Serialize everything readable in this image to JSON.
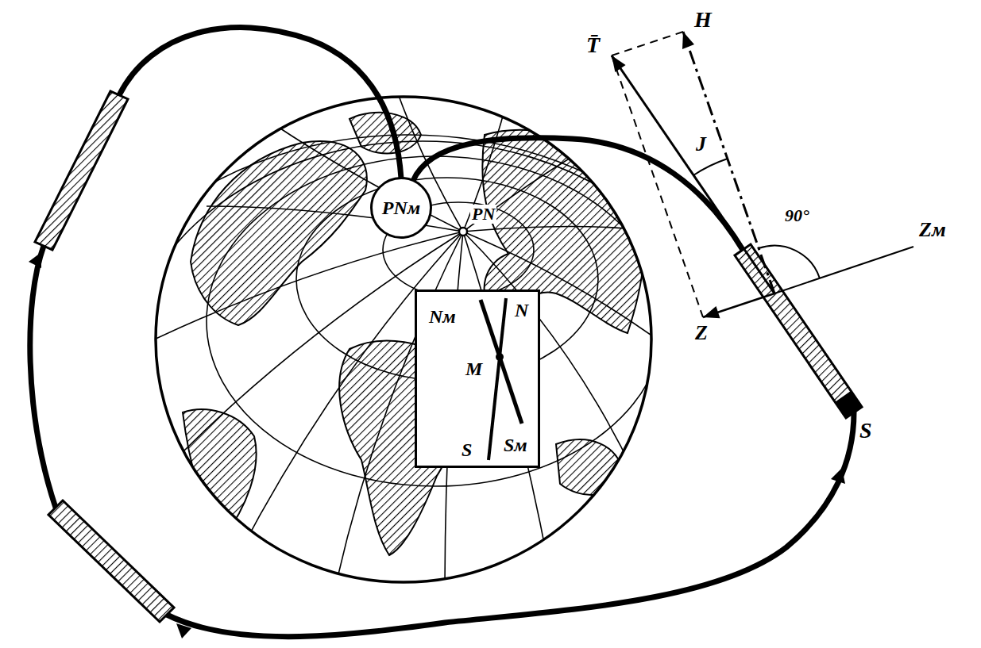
{
  "diagram": {
    "nodes": [
      {
        "text": [
          "PNм"
        ]
      },
      {
        "text": [
          "Nм",
          "N",
          "M",
          "S",
          "Sм"
        ]
      }
    ],
    "labels": [
      "T̄",
      "H",
      "J",
      "90°",
      "Zм",
      "Z",
      "S",
      "PN"
    ]
  }
}
